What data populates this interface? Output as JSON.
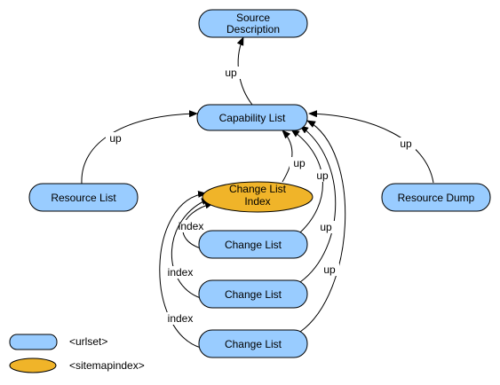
{
  "colors": {
    "urlset_fill": "#99ccff",
    "sitemapindex_fill": "#f0b429",
    "stroke": "#000000",
    "background": "#ffffff"
  },
  "nodes": {
    "source_description": {
      "line1": "Source",
      "line2": "Description",
      "type": "urlset"
    },
    "capability_list": {
      "label": "Capability List",
      "type": "urlset"
    },
    "resource_list": {
      "label": "Resource List",
      "type": "urlset"
    },
    "resource_dump": {
      "label": "Resource Dump",
      "type": "urlset"
    },
    "change_list_index": {
      "line1": "Change List",
      "line2": "Index",
      "type": "sitemapindex"
    },
    "change_list_1": {
      "label": "Change List",
      "type": "urlset"
    },
    "change_list_2": {
      "label": "Change List",
      "type": "urlset"
    },
    "change_list_3": {
      "label": "Change List",
      "type": "urlset"
    }
  },
  "edges": {
    "capability_to_source": "up",
    "resource_list_to_capability": "up",
    "resource_dump_to_capability": "up",
    "index_to_capability": "up",
    "cl1_to_capability": "up",
    "cl2_to_capability": "up",
    "cl3_to_capability": "up",
    "cl1_to_index": "index",
    "cl2_to_index": "index",
    "cl3_to_index": "index"
  },
  "legend": {
    "urlset": "<urlset>",
    "sitemapindex": "<sitemapindex>"
  }
}
